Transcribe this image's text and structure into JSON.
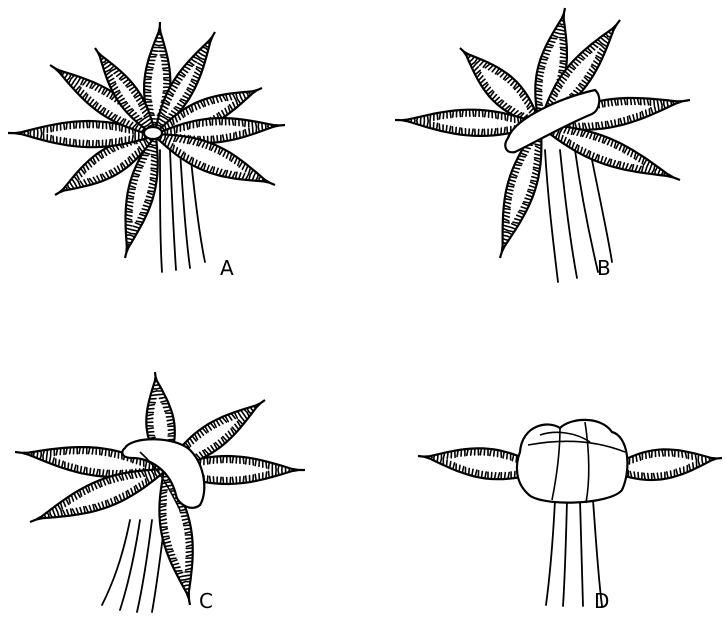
{
  "panels": [
    {
      "id": "A",
      "label": "A"
    },
    {
      "id": "B",
      "label": "B"
    },
    {
      "id": "C",
      "label": "C"
    },
    {
      "id": "D",
      "label": "D"
    }
  ],
  "colors": {
    "ink": "#000000",
    "paper": "#ffffff"
  }
}
